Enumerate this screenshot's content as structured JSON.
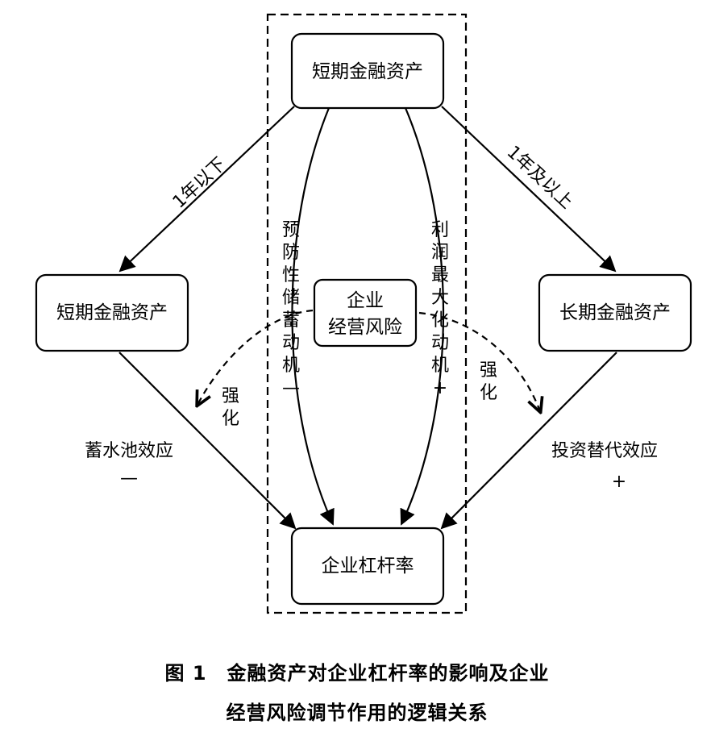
{
  "nodes": {
    "top": "短期金融资产",
    "left": "短期金融资产",
    "right": "长期金融资产",
    "center_line1": "企业",
    "center_line2": "经营风险",
    "bottom": "企业杠杆率"
  },
  "edges": {
    "top_left_label": "1年以下",
    "top_right_label": "1年及以上",
    "left_effect": "蓄水池效应",
    "left_sign": "—",
    "right_effect": "投资替代效应",
    "right_sign": "+",
    "precautionary_motive": [
      "预",
      "防",
      "性",
      "储",
      "蓄",
      "动",
      "机",
      "—"
    ],
    "profit_motive": [
      "利",
      "润",
      "最",
      "大",
      "化",
      "动",
      "机",
      "+"
    ],
    "strengthen_left": [
      "强",
      "化"
    ],
    "strengthen_right": [
      "强",
      "化"
    ]
  },
  "caption": {
    "line1": "图 1　金融资产对企业杠杆率的影响及企业",
    "line2": "经营风险调节作用的逻辑关系"
  }
}
